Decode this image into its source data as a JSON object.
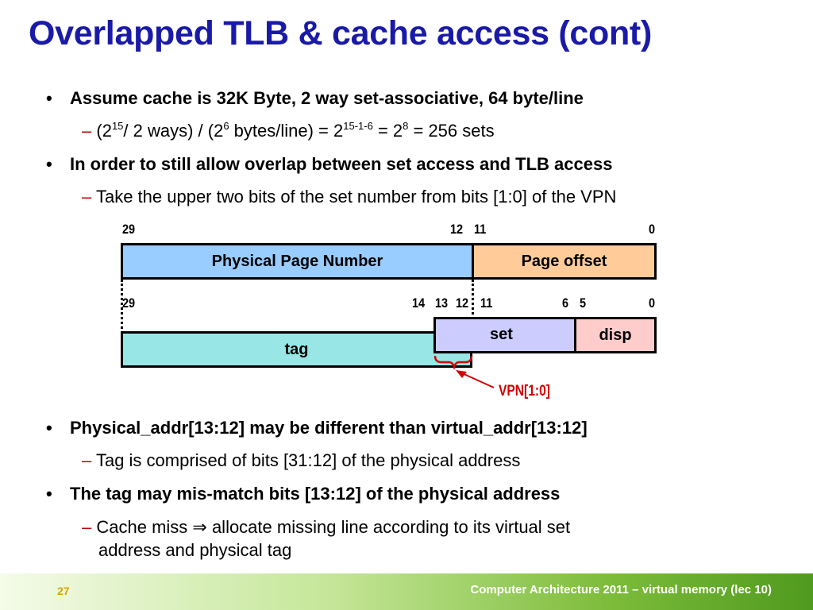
{
  "title": "Overlapped TLB & cache access (cont)",
  "bullet_symbol": "•",
  "content": {
    "bullet1": "Assume cache is 32K Byte, 2 way set-associative, 64 byte/line",
    "sub1": {
      "dash": "–",
      "p1": " (2",
      "s1": "15",
      "p2": "/ 2 ways) / (2",
      "s2": "6",
      "p3": " bytes/line) = 2",
      "s3": "15-1-6",
      "p4": " = 2",
      "s4": "8",
      "p5": " = 256 sets"
    },
    "bullet2": "In order to still allow overlap between set access and TLB access",
    "sub2": {
      "dash": "–",
      "text": " Take the upper two bits of the set number from bits [1:0] of the VPN"
    },
    "bullet3": "Physical_addr[13:12] may be different than virtual_addr[13:12]",
    "sub3": {
      "dash": "–",
      "text": " Tag is comprised of bits [31:12] of the physical address"
    },
    "bullet4": "The tag may mis-match bits [13:12] of the physical address",
    "sub4": {
      "dash": "–",
      "text_line1": " Cache miss ⇒ allocate missing line according to its virtual set",
      "text_line2": "address and physical tag"
    }
  },
  "diagram": {
    "physical": {
      "bit_29": "29",
      "bit_12": "12",
      "bit_11": "11",
      "bit_0": "0",
      "ppn_label": "Physical Page Number",
      "offset_label": "Page offset"
    },
    "cache": {
      "bit_29": "29",
      "bit_14": "14",
      "bit_13": "13",
      "bit_12": "12",
      "bit_11": "11",
      "bit_6": "6",
      "bit_5": "5",
      "bit_0": "0",
      "tag_label": "tag",
      "set_label": "set",
      "disp_label": "disp"
    },
    "vpn_label": "VPN[1:0]",
    "colors": {
      "ppn": "#99ccff",
      "offset": "#ffcc99",
      "tag": "#99e6e6",
      "set": "#ccccff",
      "disp": "#ffcccc",
      "vpn": "#d40000"
    }
  },
  "footer": {
    "page_number": "27",
    "course": "Computer Architecture 2011 – virtual memory (lec 10)"
  }
}
